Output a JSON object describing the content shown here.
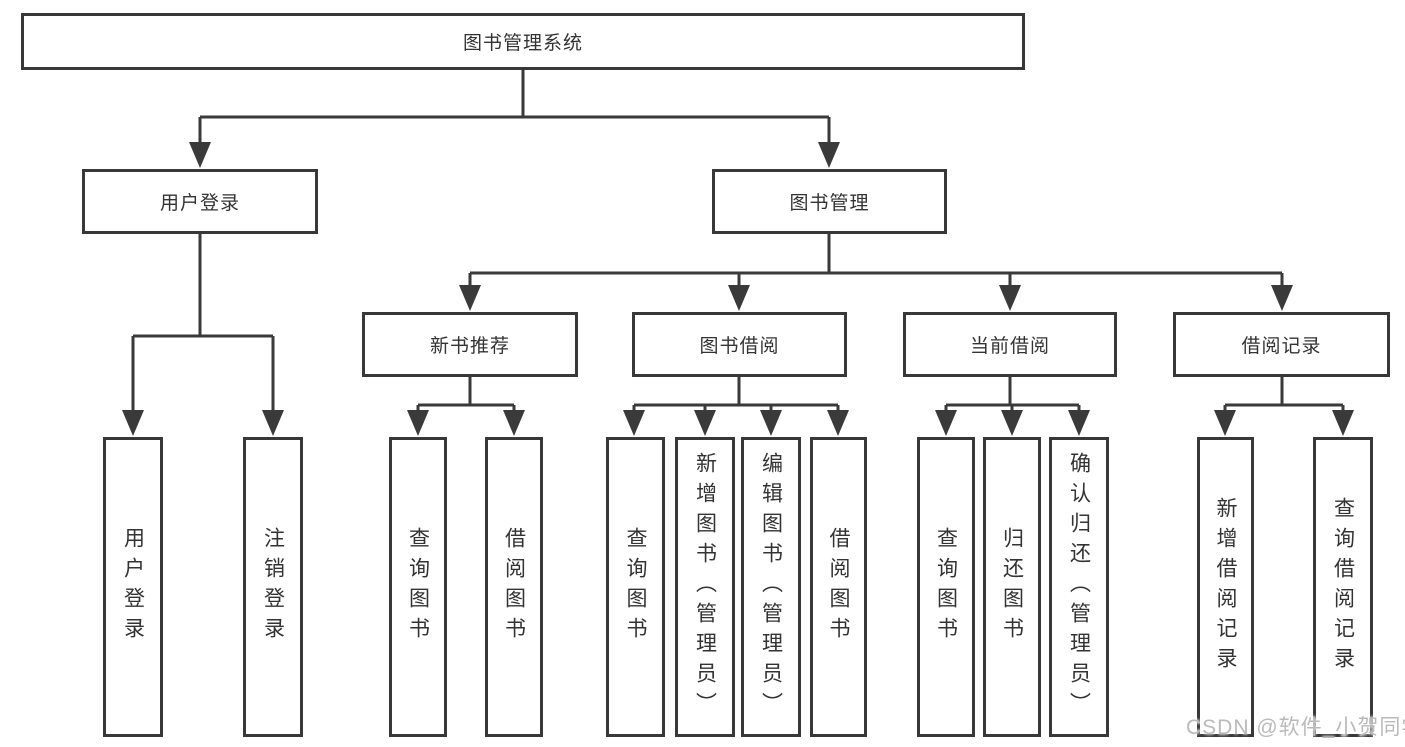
{
  "diagram_type": "hierarchy-tree",
  "tree": {
    "label": "图书管理系统",
    "children": [
      {
        "label": "用户登录",
        "children": [
          {
            "label": "用户登录"
          },
          {
            "label": "注销登录"
          }
        ]
      },
      {
        "label": "图书管理",
        "children": [
          {
            "label": "新书推荐",
            "children": [
              {
                "label": "查询图书"
              },
              {
                "label": "借阅图书"
              }
            ]
          },
          {
            "label": "图书借阅",
            "children": [
              {
                "label": "查询图书"
              },
              {
                "label": "新增图书（管理员）"
              },
              {
                "label": "编辑图书（管理员）"
              },
              {
                "label": "借阅图书"
              }
            ]
          },
          {
            "label": "当前借阅",
            "children": [
              {
                "label": "查询图书"
              },
              {
                "label": "归还图书"
              },
              {
                "label": "确认归还（管理员）"
              }
            ]
          },
          {
            "label": "借阅记录",
            "children": [
              {
                "label": "新增借阅记录"
              },
              {
                "label": "查询借阅记录"
              }
            ]
          }
        ]
      }
    ]
  },
  "watermark": {
    "text": "CSDN @软件_小贺同学"
  },
  "colors": {
    "background": "#ffffff",
    "box_border": "#383838",
    "connector_line": "#3a3a3a",
    "text": "#333333",
    "watermark": "#bababa"
  }
}
